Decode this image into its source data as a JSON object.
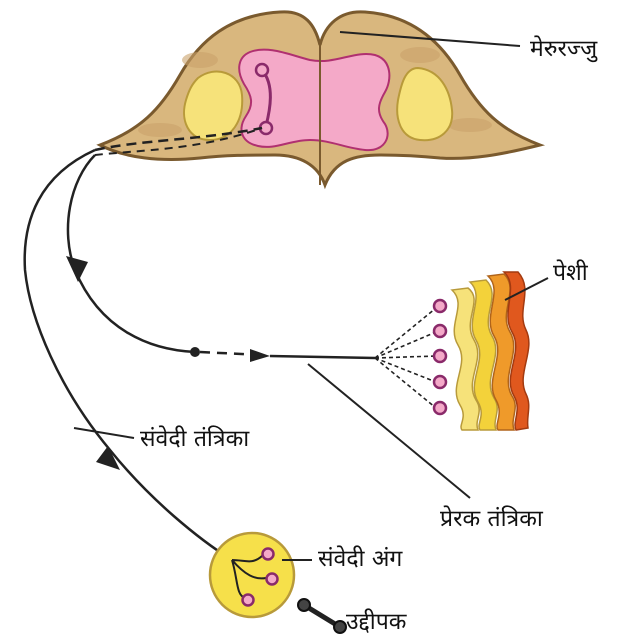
{
  "labels": {
    "spinal_cord": "मेरुरज्जु",
    "muscle": "पेशी",
    "sensory_nerve": "संवेदी तंत्रिका",
    "motor_nerve": "प्रेरक तंत्रिका",
    "sense_organ": "संवेदी अंग",
    "stimulus": "उद्दीपक"
  },
  "colors": {
    "spinal_outer": "#d9b77e",
    "spinal_outline": "#7a5a2e",
    "grey_matter": "#f4a9c8",
    "dorsal_horn": "#f6e27a",
    "muscle_yellow": "#f3d23a",
    "muscle_orange": "#ef9a2a",
    "muscle_deep": "#e0581e",
    "sense_organ_fill": "#f6e04a",
    "neuron_purple": "#8a2a6a",
    "nerve_line": "#222222"
  }
}
